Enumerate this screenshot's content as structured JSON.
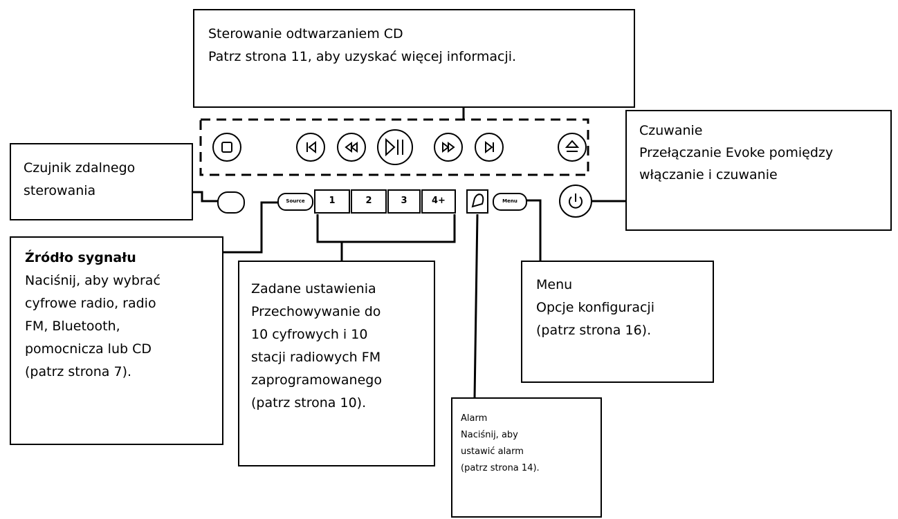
{
  "callouts": {
    "cd_control": {
      "line1": "Sterowanie odtwarzaniem CD",
      "line2": "Patrz strona 11, aby uzyskać więcej informacji."
    },
    "remote_sensor": {
      "line1": "Czujnik zdalnego",
      "line2": "sterowania"
    },
    "standby": {
      "line1": "Czuwanie",
      "line2": "Przełączanie Evoke pomiędzy",
      "line3": "włączanie i czuwanie"
    },
    "source": {
      "title": "Źródło sygnału",
      "line1": "Naciśnij, aby wybrać",
      "line2": "cyfrowe radio, radio",
      "line3": "FM, Bluetooth,",
      "line4": "pomocnicza lub CD",
      "line5": "(patrz strona 7)."
    },
    "presets": {
      "line1": "Zadane ustawienia",
      "line2": "Przechowywanie do",
      "line3": "10 cyfrowych i 10",
      "line4": "stacji radiowych FM",
      "line5": "zaprogramowanego",
      "line6": "(patrz strona 10)."
    },
    "menu": {
      "line1": "Menu",
      "line2": "Opcje konfiguracji",
      "line3": "(patrz strona 16)."
    },
    "alarm": {
      "line1": "Alarm",
      "line2": "Naciśnij, aby",
      "line3": "ustawić alarm",
      "line4": "(patrz strona 14)."
    }
  },
  "panel_buttons": {
    "source": "Source",
    "preset_1": "1",
    "preset_2": "2",
    "preset_3": "3",
    "preset_4": "4+",
    "menu": "Menu"
  },
  "icons": {
    "cd_row": [
      "stop-icon",
      "previous-track-icon",
      "rewind-icon",
      "play-pause-icon",
      "fast-forward-icon",
      "next-track-icon",
      "eject-icon"
    ],
    "alarm": "bell-icon",
    "standby": "power-icon"
  },
  "colors": {
    "ink": "#000000",
    "background": "#ffffff"
  }
}
